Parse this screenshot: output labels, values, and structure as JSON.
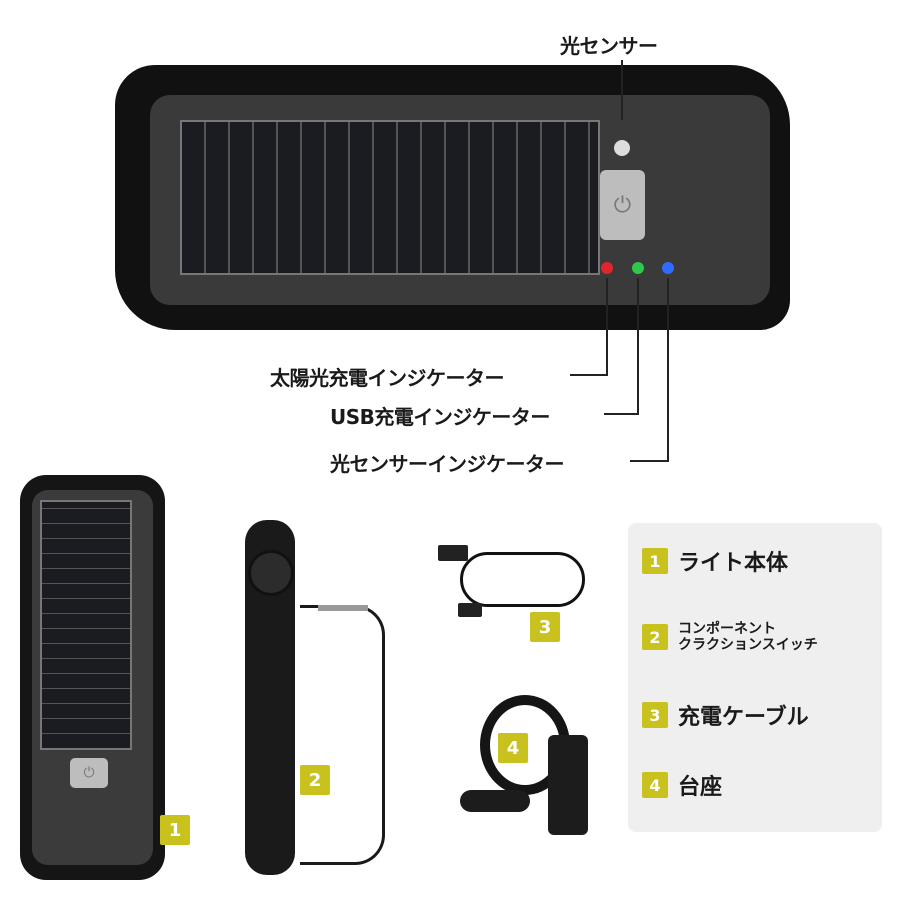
{
  "top_callouts": {
    "light_sensor": "光センサー",
    "solar_indicator": "太陽光充電インジケーター",
    "usb_indicator": "USB充電インジケーター",
    "light_sensor_indicator": "光センサーインジケーター"
  },
  "led_colors": {
    "solar": "#e0262a",
    "usb": "#2ec94a",
    "sensor": "#2f6bff"
  },
  "badge_color": "#c9c21e",
  "item_badges": [
    "1",
    "2",
    "3",
    "4"
  ],
  "legend": [
    {
      "number": "1",
      "label": "ライト本体"
    },
    {
      "number": "2",
      "label_line1": "コンポーネント",
      "label_line2": "クラクションスイッチ"
    },
    {
      "number": "3",
      "label": "充電ケーブル"
    },
    {
      "number": "4",
      "label": "台座"
    }
  ]
}
